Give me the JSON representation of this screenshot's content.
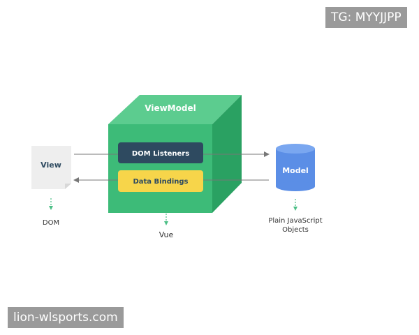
{
  "diagram": {
    "viewmodel_label": "ViewModel",
    "dom_listeners_label": "DOM Listeners",
    "data_bindings_label": "Data Bindings",
    "view_label": "View",
    "model_label": "Model",
    "dom_label": "DOM",
    "vue_label": "Vue",
    "plain_js_line1": "Plain JavaScript",
    "plain_js_line2": "Objects"
  },
  "watermarks": {
    "top_right": "TG: MYYJJPP",
    "bottom_left": "lion-wlsports.com"
  },
  "colors": {
    "cube_front": "#3dbb78",
    "cube_top": "#5ccc8f",
    "cube_side": "#2aa162",
    "dom_listeners_bg": "#2e4a60",
    "data_bindings_bg": "#f7d54a",
    "model_cylinder": "#5b8ee6",
    "model_top": "#7aa7f0",
    "view_doc": "#eeeeee",
    "arrow": "#777777",
    "dotted_arrow": "#4cbf86",
    "label_text": "#333333"
  }
}
